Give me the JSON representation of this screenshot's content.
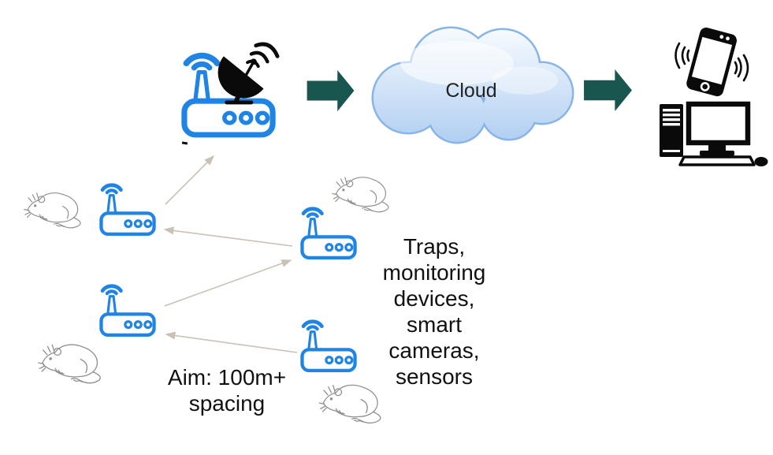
{
  "diagram": {
    "cloud_label": "Cloud",
    "devices_caption": "Traps,\nmonitoring\ndevices,\nsmart\ncameras,\nsensors",
    "spacing_caption": "Aim: 100m+\nspacing",
    "node_router_count": 4,
    "rat_count": 4,
    "flow": [
      "gateway-router",
      "cloud",
      "user-devices"
    ]
  },
  "icons": {
    "gateway": "wifi-router-with-satellite-dish",
    "node": "wifi-router",
    "animal": "rat-line-art",
    "cloud": "puffy-cloud",
    "user_devices": "vibrating-smartphone-and-desktop-computer",
    "flow_arrow": "teal-block-arrow-right",
    "link_arrow": "thin-gray-arrow"
  },
  "colors": {
    "router-blue": "#1f84e3",
    "flow-arrow-teal": "#19564f",
    "link-arrow-gray": "#c9c1b4",
    "cloud-border": "#88b5e8",
    "cloud-fill-top": "#f5fafe",
    "cloud-fill-bottom": "#b0cef1",
    "device-black": "#0a0a0a",
    "rat-gray": "#909090",
    "text-ink": "#111111"
  }
}
